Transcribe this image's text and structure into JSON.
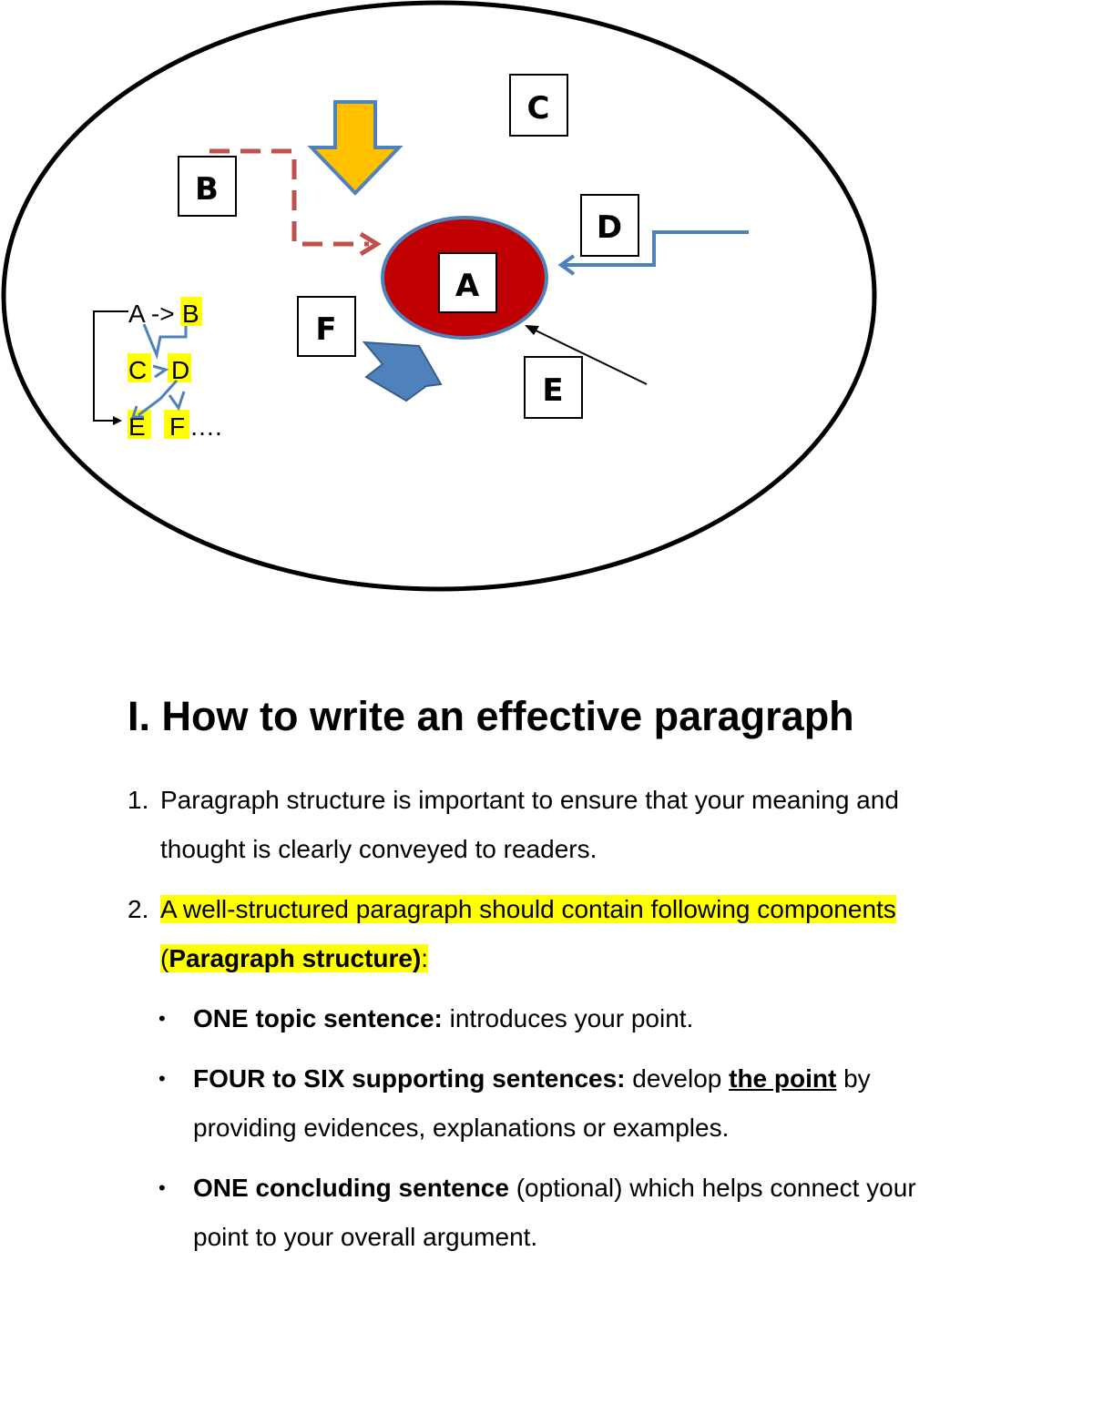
{
  "diagram": {
    "boxes": {
      "a": "A",
      "b": "B",
      "c": "C",
      "d": "D",
      "e": "E",
      "f": "F"
    },
    "mini": {
      "line1_a": "A ->",
      "line1_b": "B",
      "line2_c": "C",
      "line2_d": "D",
      "line3_e": "E",
      "line3_f": "F",
      "line3_dots": "…."
    },
    "colors": {
      "center": "#c00000",
      "down_arrow": "#ffc000",
      "dashed_arrow": "#c0504d",
      "blue": "#4f81bd",
      "highlight": "#ffff00"
    }
  },
  "document": {
    "heading": "I. How to write an effective paragraph",
    "items": [
      {
        "num": "1.",
        "text": "Paragraph structure is important to ensure that your meaning and thought is clearly conveyed to readers."
      },
      {
        "num": "2.",
        "text_before": "A well-structured paragraph should contain following components (",
        "bold": "Paragraph structure)",
        "text_after": ":"
      }
    ],
    "bullets": [
      {
        "bold": "ONE topic sentence:",
        "text": " introduces your point."
      },
      {
        "bold": "FOUR to SIX supporting sentences:",
        "text_before": " develop ",
        "underline": "the point",
        "text_after": " by providing evidences, explanations or examples."
      },
      {
        "bold": "ONE concluding sentence",
        "text": " (optional) which helps connect your point to your overall argument."
      }
    ],
    "bullet_glyph": "•"
  }
}
